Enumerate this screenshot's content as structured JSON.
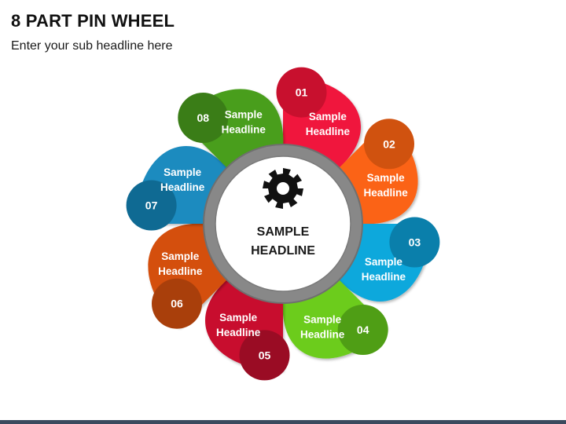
{
  "title": "8 PART PIN WHEEL",
  "subtitle": "Enter your sub headline here",
  "center": {
    "line1": "SAMPLE",
    "line2": "HEADLINE",
    "icon": "gear-icon"
  },
  "parts": [
    {
      "number": "01",
      "line1": "Sample",
      "line2": "Headline",
      "color": "#f0143c",
      "dark": "#c8102e"
    },
    {
      "number": "02",
      "line1": "Sample",
      "line2": "Headline",
      "color": "#fb6418",
      "dark": "#d0520f"
    },
    {
      "number": "03",
      "line1": "Sample",
      "line2": "Headline",
      "color": "#0ba8dc",
      "dark": "#0a7fab"
    },
    {
      "number": "04",
      "line1": "Sample",
      "line2": "Headline",
      "color": "#6ccc1c",
      "dark": "#4f9e15"
    },
    {
      "number": "05",
      "line1": "Sample",
      "line2": "Headline",
      "color": "#c8102e",
      "dark": "#9a0c24"
    },
    {
      "number": "06",
      "line1": "Sample",
      "line2": "Headline",
      "color": "#d4500e",
      "dark": "#a93f0b"
    },
    {
      "number": "07",
      "line1": "Sample",
      "line2": "Headline",
      "color": "#1a8bbf",
      "dark": "#0f6a93"
    },
    {
      "number": "08",
      "line1": "Sample",
      "line2": "Headline",
      "color": "#4a9e1e",
      "dark": "#3a7d17"
    }
  ],
  "colors": {
    "ring": "#888888",
    "ring_border": "#6f6f6f",
    "center_fill": "#ffffff",
    "bottom_bar": "#3b4a5e"
  }
}
